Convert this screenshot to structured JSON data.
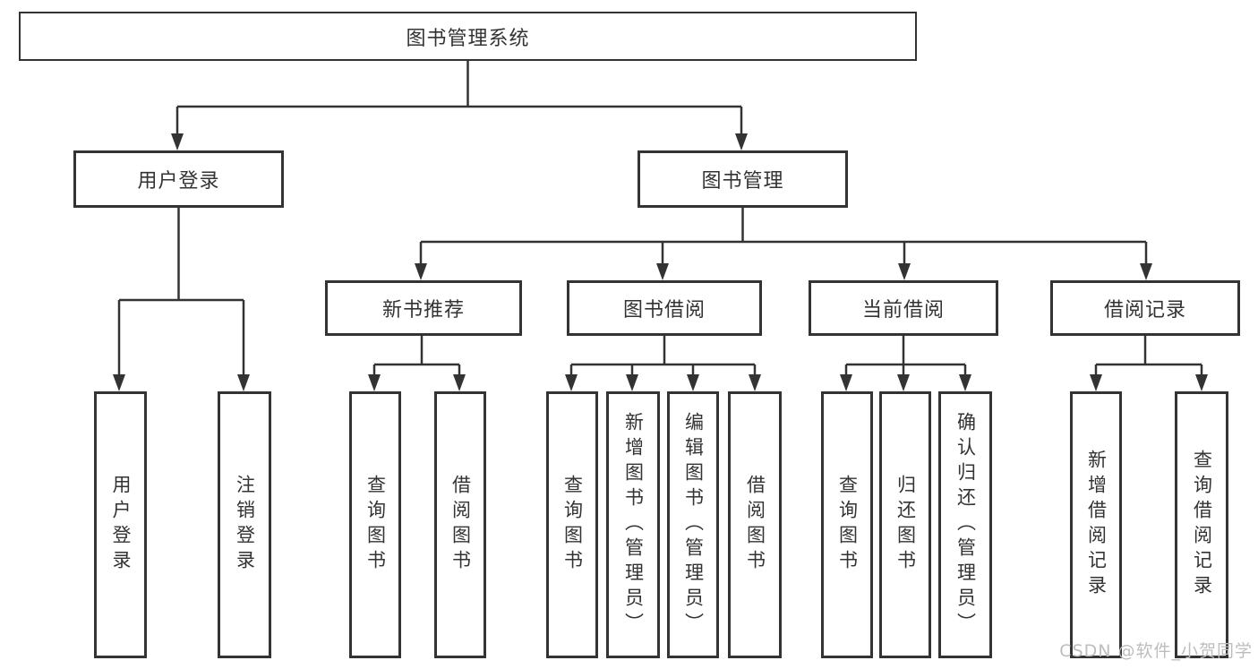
{
  "diagram": {
    "root": {
      "label": "图书管理系统"
    },
    "level2": [
      {
        "label": "用户登录"
      },
      {
        "label": "图书管理"
      }
    ],
    "level3": [
      {
        "label": "新书推荐"
      },
      {
        "label": "图书借阅"
      },
      {
        "label": "当前借阅"
      },
      {
        "label": "借阅记录"
      }
    ],
    "leaves": {
      "user_login": [
        "用户登录",
        "注销登录"
      ],
      "new_book_recommend": [
        "查询图书",
        "借阅图书"
      ],
      "book_borrow": [
        "查询图书",
        "新增图书（管理员）",
        "编辑图书（管理员）",
        "借阅图书"
      ],
      "current_borrow": [
        "查询图书",
        "归还图书",
        "确认归还（管理员）"
      ],
      "borrow_record": [
        "新增借阅记录",
        "查询借阅记录"
      ]
    }
  },
  "watermark": {
    "text": "CSDN @软件_小贺同学"
  },
  "colors": {
    "line": "#333333",
    "text": "#333333",
    "box_background": "#ffffff",
    "page_background": "#ffffff",
    "watermark": "#bdbdbd"
  }
}
